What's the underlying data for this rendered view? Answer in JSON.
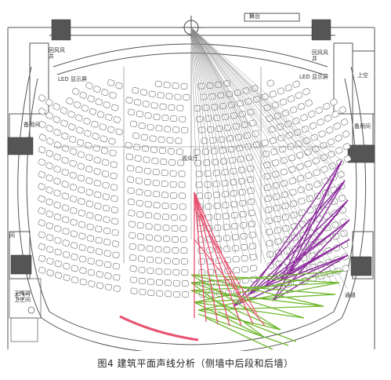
{
  "figure": {
    "caption": "图4 建筑平面声线分析（侧墙中后段和后墙）"
  },
  "plan": {
    "labels": {
      "stage_top": "舞台",
      "return_air_left": "回风风井",
      "return_air_right": "回风风井",
      "led_left": "LED 显示屏",
      "led_right": "LED 显示屏",
      "stair_right": "上空",
      "spare_left": "备用间",
      "spare_right": "备用间",
      "center_aisle": "观众厅",
      "side_left": "间",
      "accessible_left": "无障碍卫生间",
      "corridor_right": "通道"
    },
    "rays": {
      "source_point": "stage-center",
      "colors": {
        "gray": "#8c8c8c",
        "pink": "#e8516f",
        "green": "#6fb82e",
        "purple": "#8e2c9e"
      }
    }
  }
}
